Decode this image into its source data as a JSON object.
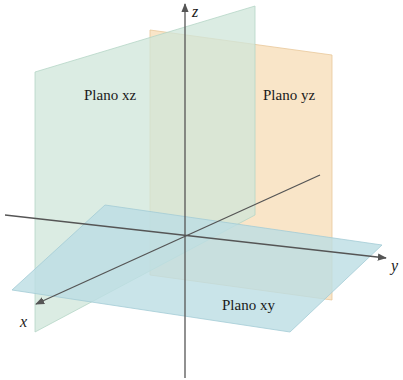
{
  "diagram": {
    "labels": [
      "Plano xz",
      "Plano yz",
      "Plano xy",
      "x",
      "y",
      "z"
    ]
  }
}
